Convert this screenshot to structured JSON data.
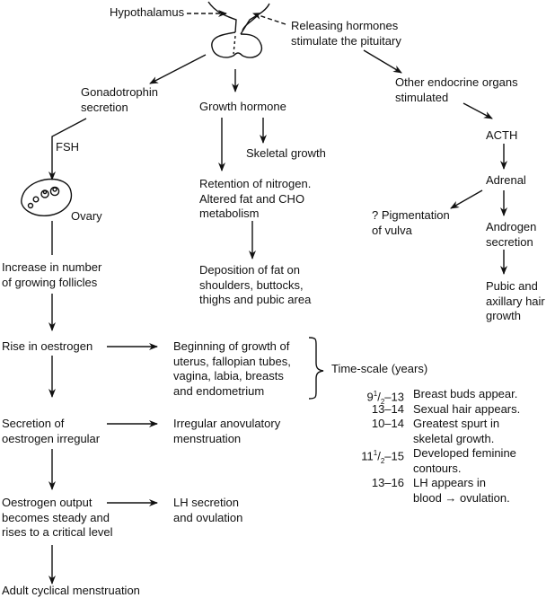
{
  "diagram": {
    "nodes": {
      "hypothalamus": "Hypothalamus",
      "releasing": "Releasing hormones\nstimulate the pituitary",
      "gonadotrophin": "Gonadotrophin\nsecretion",
      "growth_hormone": "Growth hormone",
      "skeletal_growth": "Skeletal growth",
      "other_endocrine": "Other endocrine organs\nstimulated",
      "fsh": "FSH",
      "ovary": "Ovary",
      "retention": "Retention of nitrogen.\nAltered fat and CHO\nmetabolism",
      "acth": "ACTH",
      "adrenal": "Adrenal",
      "pigmentation": "? Pigmentation\nof vulva",
      "androgen": "Androgen\nsecretion",
      "pubic_hair": "Pubic and\naxillary hair\ngrowth",
      "increase_follicles": "Increase in number\nof growing follicles",
      "deposition_fat": "Deposition of fat on\nshoulders, buttocks,\nthighs and pubic area",
      "rise_oestrogen": "Rise in oestrogen",
      "beginning_growth": "Beginning of growth of\nuterus, fallopian tubes,\nvagina, labia, breasts\nand endometrium",
      "secretion_irregular": "Secretion of\noestrogen irregular",
      "irregular_menstruation": "Irregular anovulatory\nmenstruation",
      "oestrogen_steady": "Oestrogen output\nbecomes steady and\nrises to a critical level",
      "lh_secretion": "LH secretion\nand ovulation",
      "adult_menstruation": "Adult cyclical menstruation"
    },
    "timescale": {
      "title": "Time-scale (years)",
      "rows": [
        {
          "years_main": "9",
          "years_frac": true,
          "years_rest": "–13",
          "lines": [
            "Breast buds appear."
          ]
        },
        {
          "years_main": "13–14",
          "years_frac": false,
          "years_rest": "",
          "lines": [
            "Sexual hair appears."
          ]
        },
        {
          "years_main": "10–14",
          "years_frac": false,
          "years_rest": "",
          "lines": [
            "Greatest spurt in",
            "skeletal growth."
          ]
        },
        {
          "years_main": "11",
          "years_frac": true,
          "years_rest": "–15",
          "lines": [
            "Developed feminine",
            "contours."
          ]
        },
        {
          "years_main": "13–16",
          "years_frac": false,
          "years_rest": "",
          "lines": [
            "LH appears in",
            "blood → ovulation."
          ]
        }
      ]
    }
  }
}
